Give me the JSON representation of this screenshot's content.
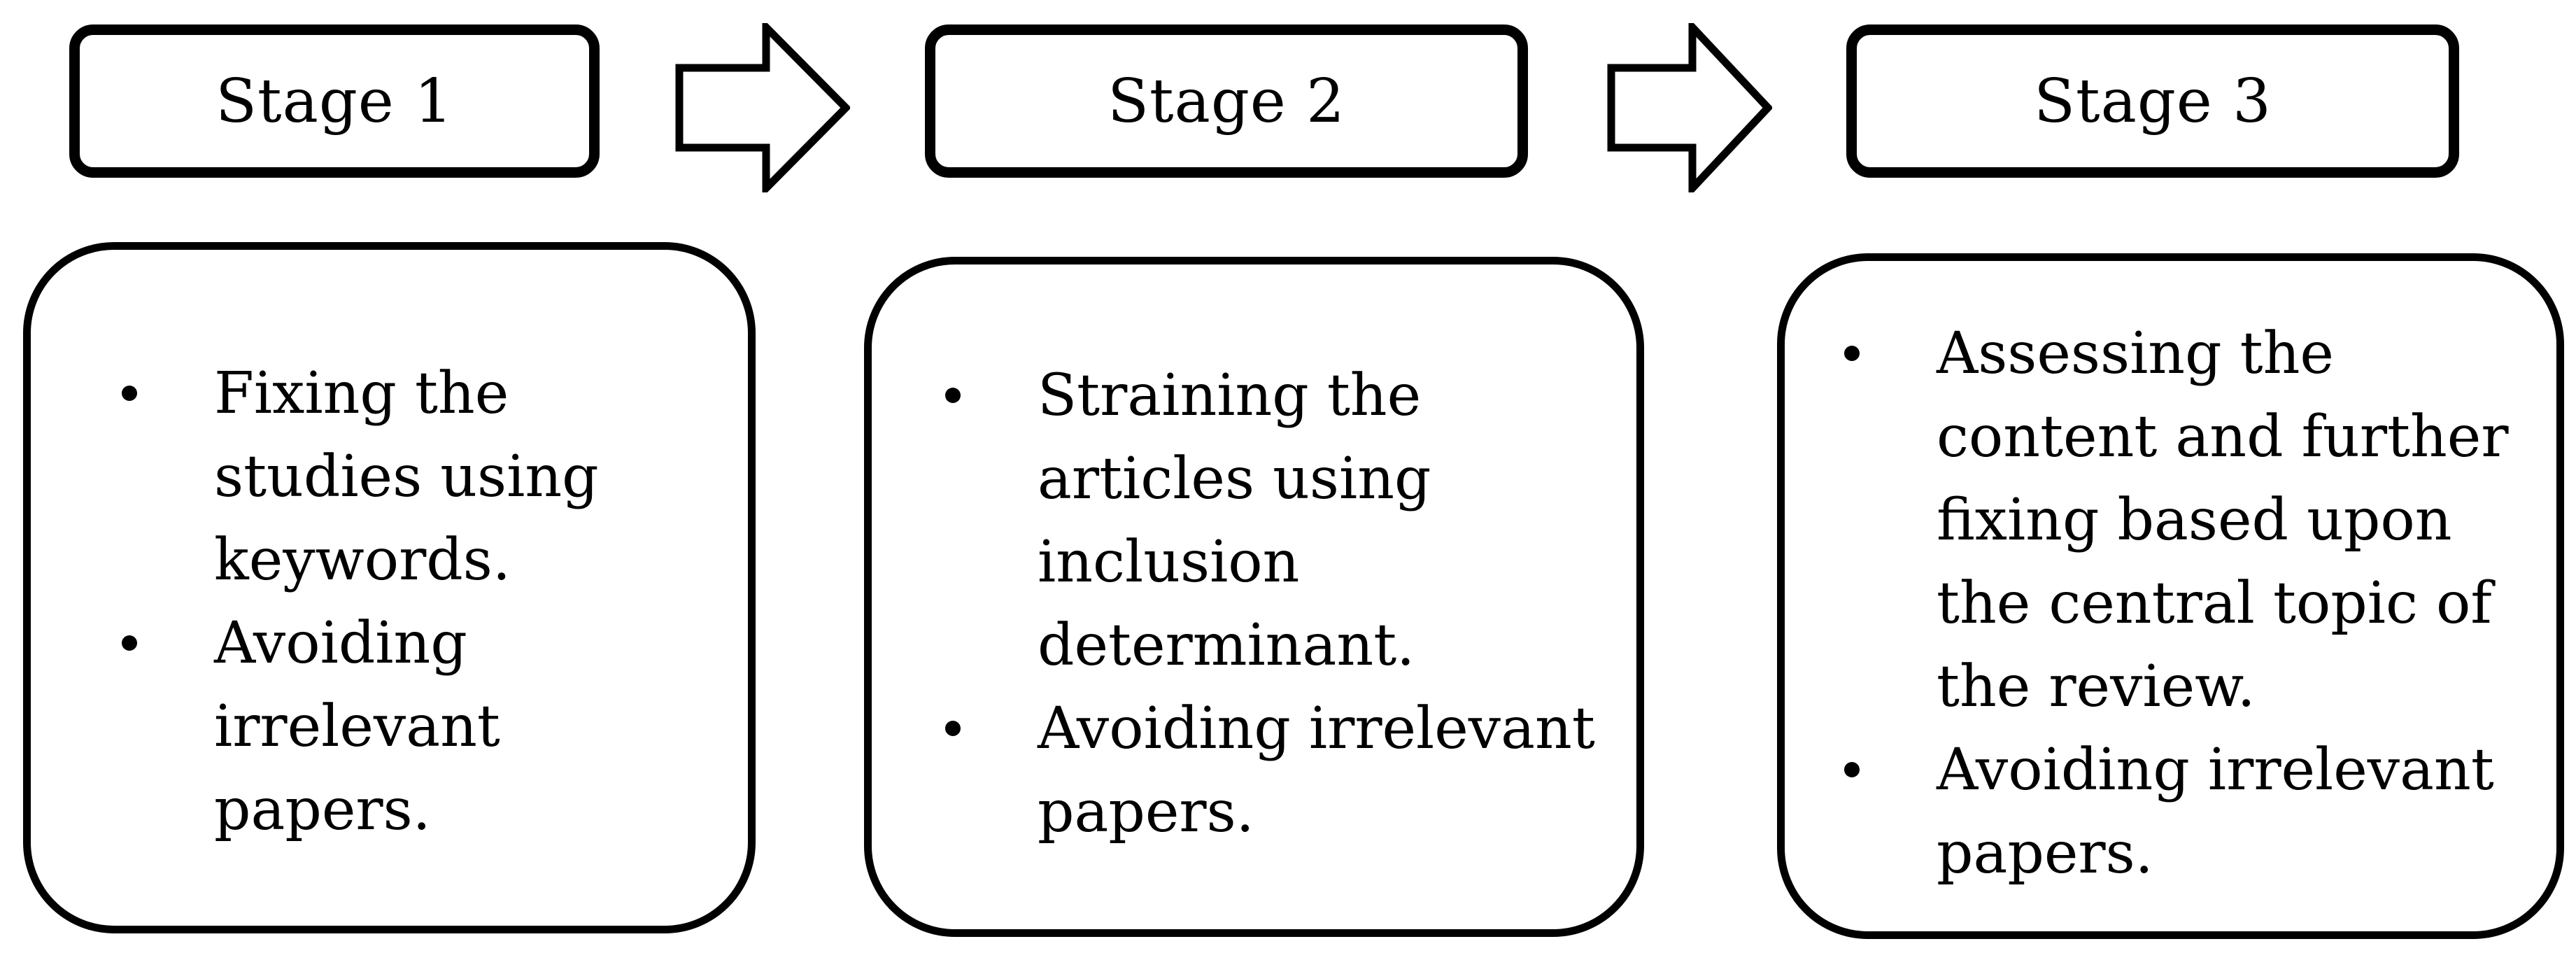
{
  "diagram": {
    "title": "Literature review stages flow diagram",
    "colors": {
      "stroke": "#000000",
      "background": "#ffffff",
      "text": "#000000"
    },
    "stages": [
      {
        "header": "Stage 1",
        "bullets": [
          "Fixing the studies using keywords.",
          "Avoiding irrelevant papers."
        ]
      },
      {
        "header": "Stage 2",
        "bullets": [
          "Straining the articles using inclusion determinant.",
          "Avoiding irrelevant papers."
        ]
      },
      {
        "header": "Stage 3",
        "bullets": [
          "Assessing the content and further fixing based upon the central topic of the review.",
          "Avoiding irrelevant papers."
        ]
      }
    ],
    "connectors": [
      {
        "name": "arrow-stage1-to-stage2",
        "direction": "right"
      },
      {
        "name": "arrow-stage2-to-stage3",
        "direction": "right"
      }
    ]
  }
}
